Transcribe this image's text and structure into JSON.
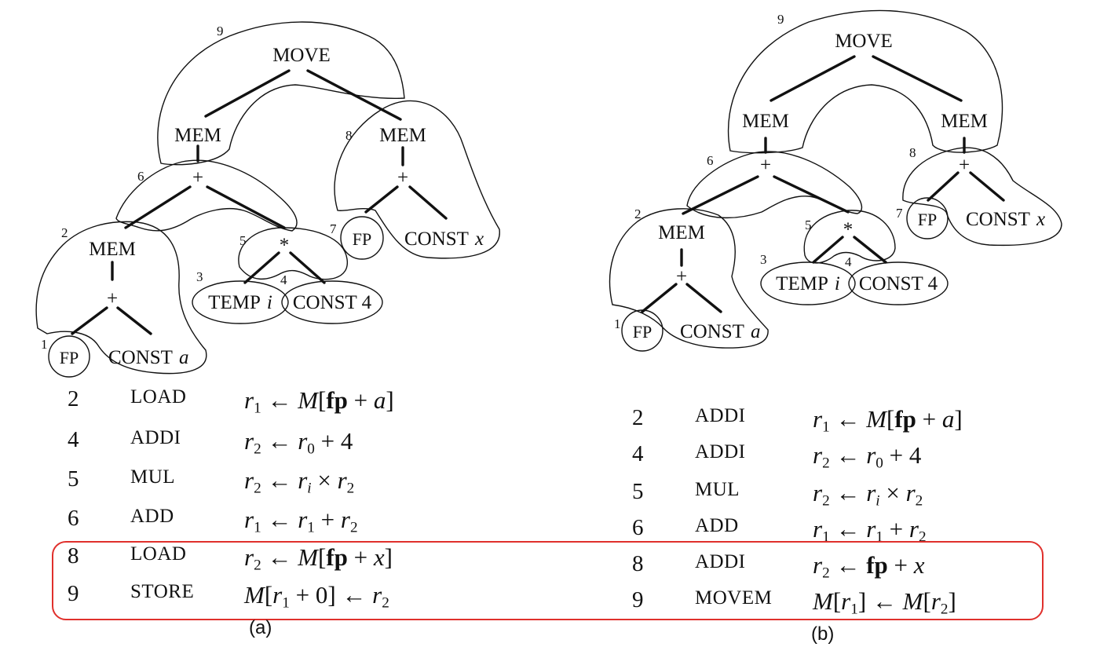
{
  "diagrams": [
    {
      "id": "a",
      "caption": "(a)",
      "nodes": {
        "move": "MOVE",
        "mem_left": "MEM",
        "mem_right": "MEM",
        "plus_top_left": "+",
        "plus_right": "+",
        "mem_lower": "MEM",
        "times": "*",
        "plus_lower": "+",
        "fp_lower": "FP",
        "const_a_kw": "CONST",
        "const_a_var": "a",
        "temp_kw": "TEMP",
        "temp_var": "i",
        "const_4": "CONST 4",
        "fp_right": "FP",
        "const_x_kw": "CONST",
        "const_x_var": "x"
      },
      "tile_numbers": [
        "9",
        "8",
        "6",
        "2",
        "5",
        "3",
        "4",
        "7",
        "1"
      ],
      "instructions": [
        {
          "num": "2",
          "op": "LOAD"
        },
        {
          "num": "4",
          "op": "ADDI"
        },
        {
          "num": "5",
          "op": "MUL"
        },
        {
          "num": "6",
          "op": "ADD"
        },
        {
          "num": "8",
          "op": "LOAD"
        },
        {
          "num": "9",
          "op": "STORE"
        }
      ]
    },
    {
      "id": "b",
      "caption": "(b)",
      "nodes": {
        "move": "MOVE",
        "mem_left": "MEM",
        "mem_right": "MEM",
        "plus_top_left": "+",
        "plus_right": "+",
        "mem_lower": "MEM",
        "times": "*",
        "plus_lower": "+",
        "fp_lower": "FP",
        "const_a_kw": "CONST",
        "const_a_var": "a",
        "temp_kw": "TEMP",
        "temp_var": "i",
        "const_4": "CONST 4",
        "fp_right": "FP",
        "const_x_kw": "CONST",
        "const_x_var": "x"
      },
      "tile_numbers": [
        "9",
        "8",
        "6",
        "2",
        "5",
        "3",
        "4",
        "7",
        "1"
      ],
      "instructions": [
        {
          "num": "2",
          "op": "ADDI"
        },
        {
          "num": "4",
          "op": "ADDI"
        },
        {
          "num": "5",
          "op": "MUL"
        },
        {
          "num": "6",
          "op": "ADD"
        },
        {
          "num": "8",
          "op": "ADDI"
        },
        {
          "num": "9",
          "op": "MOVEM"
        }
      ]
    }
  ],
  "expr": {
    "r": "r",
    "one": "1",
    "two": "2",
    "zero": "0",
    "i": "i",
    "M": "M",
    "fp": "fp",
    "a": "a",
    "x": "x",
    "four": "4",
    "larr": "←",
    "plus": "+",
    "times": "×",
    "lb": "[",
    "rb": "]"
  },
  "highlight_color": "#e0302c"
}
